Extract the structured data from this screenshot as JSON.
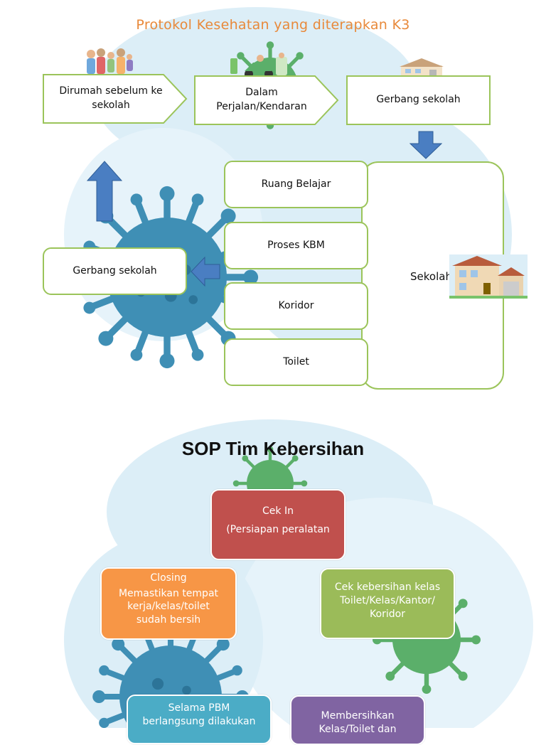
{
  "colors": {
    "title_orange": "#E8893A",
    "box_border": "#9BC45A",
    "arrow_blue": "#4A7EC2",
    "virus_blue": "#3F8FB5",
    "pale_blue": "#DCEEF7",
    "cek_in": "#C0504D",
    "closing": "#F79646",
    "cek_kebersihan": "#9BBB59",
    "selama_pbm": "#4BACC6",
    "membersihkan": "#8064A2"
  },
  "protocol": {
    "title": "Protokol Kesehatan yang diterapkan K3",
    "step1": "Dirumah sebelum ke sekolah",
    "step2": "Dalam\nPerjalan/Kendaran",
    "step3": "Gerbang sekolah",
    "rooms": [
      "Ruang Belajar",
      "Proses KBM",
      "Koridor",
      "Toilet"
    ],
    "school": "Sekolah",
    "exit_gate": "Gerbang sekolah"
  },
  "sop": {
    "title": "SOP Tim Kebersihan",
    "cek_in": [
      "Cek In",
      "(Persiapan peralatan"
    ],
    "closing": [
      "Closing",
      "Memastikan tempat",
      "kerja/kelas/toilet",
      "sudah bersih"
    ],
    "cek_kebersihan": [
      "Cek kebersihan kelas",
      "Toilet/Kelas/Kantor/",
      "Koridor"
    ],
    "selama_pbm": [
      "Selama PBM",
      "berlangsung dilakukan"
    ],
    "membersihkan": [
      "Membersihkan",
      "Kelas/Toilet dan"
    ]
  },
  "icons": [
    "family-icon",
    "scooter-icon",
    "house-icon",
    "school-building-icon",
    "virus-icon",
    "arrow-up-icon",
    "arrow-down-icon",
    "arrow-left-icon"
  ]
}
